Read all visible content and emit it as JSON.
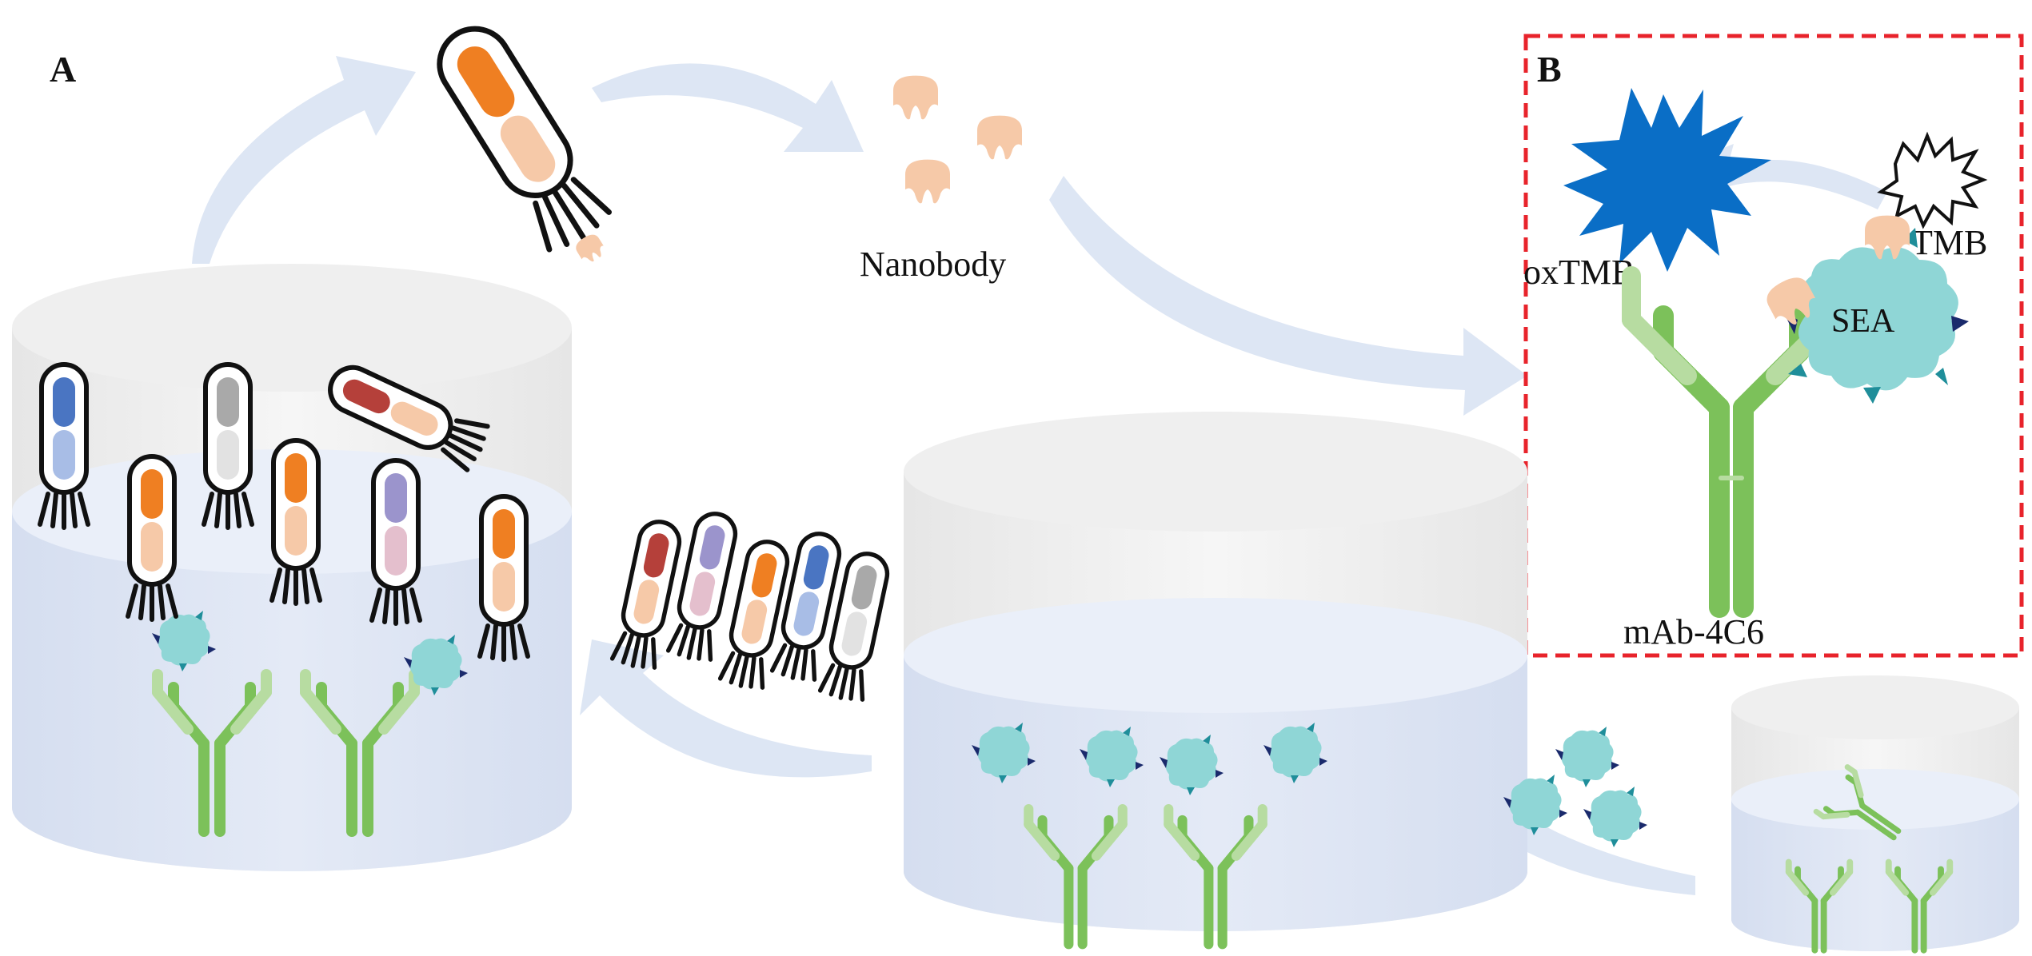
{
  "panels": {
    "a": "A",
    "b": "B"
  },
  "labels": {
    "nanobody": "Nanobody",
    "oxtmb": "oxTMB",
    "tmb": "TMB",
    "sea": "SEA",
    "mab": "mAb-4C6"
  },
  "colors": {
    "flow_arrow": "#dde6f4",
    "liquid": "#dde5f4",
    "well_gray": "#ececec",
    "antibody": "#7cc15a",
    "antibody_light": "#b7dca1",
    "antigen": "#8fd6d6",
    "nanobody": "#f6c9a8",
    "phage_orange": "#ef7f22",
    "oxtmb_blue": "#0a6ec6",
    "frame_red": "#e8232b"
  },
  "icons": [
    "phage-icon",
    "nanobody-icon",
    "antibody-icon",
    "antigen-icon",
    "starburst-icon",
    "well-icon",
    "flow-arrow-icon"
  ]
}
